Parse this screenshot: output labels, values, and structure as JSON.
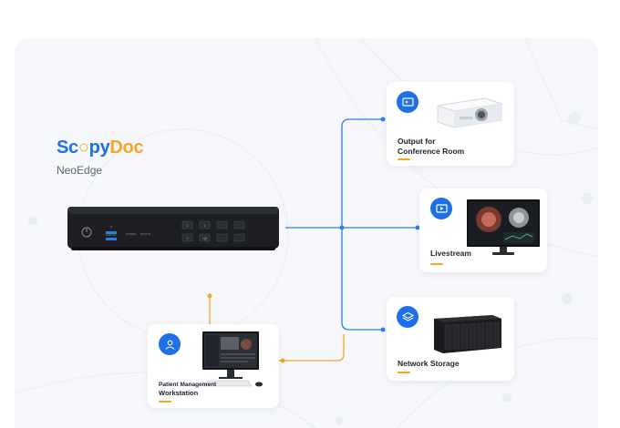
{
  "brand": {
    "name_part1": "Sc",
    "name_part2": "py",
    "name_part3": "Doc",
    "product": "NeoEdge"
  },
  "device": {
    "label_usb": "USB 3.0",
    "label_power": "POWER",
    "label_status": "STATUS",
    "keys": [
      "1",
      "1",
      "",
      "",
      "2",
      "1|2",
      "",
      ""
    ]
  },
  "outputs": [
    {
      "id": "conference",
      "label_line1": "Output for",
      "label_line2": "Conference Room",
      "icon": "screen-share-icon"
    },
    {
      "id": "livestream",
      "label_line1": "Livestream",
      "icon": "play-screen-icon"
    },
    {
      "id": "storage",
      "label_line1": "Network Storage",
      "icon": "layers-icon"
    }
  ],
  "workstation": {
    "label_line1": "Patient Management",
    "label_line2": "Workstation",
    "icon": "user-icon"
  },
  "colors": {
    "brand_blue": "#1f6fe8",
    "accent_orange": "#f5a623",
    "link_blue": "#2b7de9"
  }
}
